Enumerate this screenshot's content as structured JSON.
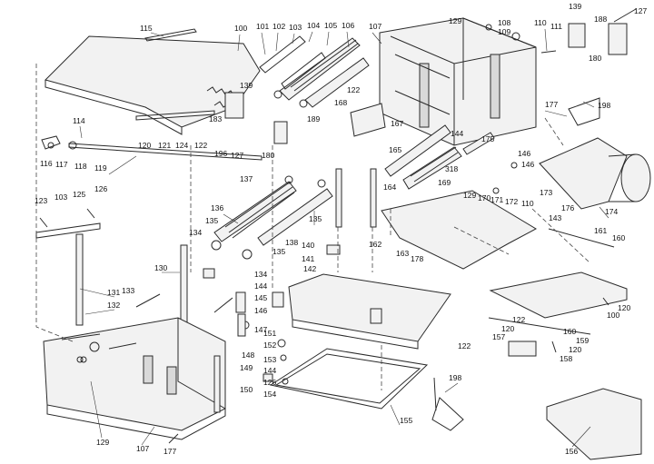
{
  "diagram": {
    "type": "exploded-parts-diagram",
    "callouts": {
      "c100a": "100",
      "c100b": "100",
      "c101": "101",
      "c102": "102",
      "c103a": "103",
      "c103b": "103",
      "c104": "104",
      "c105": "105",
      "c106": "106",
      "c107a": "107",
      "c107b": "107",
      "c108": "108",
      "c109": "109",
      "c110a": "110",
      "c110b": "110",
      "c111": "111",
      "c114": "114",
      "c115": "115",
      "c116": "116",
      "c117": "117",
      "c118": "118",
      "c119": "119",
      "c120a": "120",
      "c120b": "120",
      "c120c": "120",
      "c120d": "120",
      "c121": "121",
      "c122a": "122",
      "c122b": "122",
      "c122c": "122",
      "c122d": "122",
      "c123": "123",
      "c124": "124",
      "c125": "125",
      "c126a": "126",
      "c126b": "126",
      "c127a": "127",
      "c127b": "127",
      "c129a": "129",
      "c129b": "129",
      "c129c": "129",
      "c130": "130",
      "c131": "131",
      "c132": "132",
      "c133": "133",
      "c134a": "134",
      "c134b": "134",
      "c135a": "135",
      "c135b": "135",
      "c135c": "135",
      "c136": "136",
      "c137": "137",
      "c138": "138",
      "c139a": "139",
      "c139b": "139",
      "c140": "140",
      "c141": "141",
      "c142": "142",
      "c143": "143",
      "c144a": "144",
      "c144b": "144",
      "c144c": "144",
      "c145": "145",
      "c146a": "146",
      "c146b": "146",
      "c147": "147",
      "c148": "148",
      "c149": "149",
      "c150": "150",
      "c151": "151",
      "c152": "152",
      "c153": "153",
      "c154": "154",
      "c155": "155",
      "c156": "156",
      "c157": "157",
      "c158": "158",
      "c159": "159",
      "c160a": "160",
      "c160b": "160",
      "c161": "161",
      "c162": "162",
      "c163": "163",
      "c164": "164",
      "c165": "165",
      "c167": "167",
      "c168": "168",
      "c169": "169",
      "c170": "170",
      "c171": "171",
      "c172": "172",
      "c173": "173",
      "c174": "174",
      "c175": "175",
      "c176": "176",
      "c177a": "177",
      "c177b": "177",
      "c178": "178",
      "c180a": "180",
      "c180b": "180",
      "c183": "183",
      "c188": "188",
      "c189": "189",
      "c196": "196",
      "c198a": "198",
      "c198b": "198",
      "c318": "318"
    }
  }
}
